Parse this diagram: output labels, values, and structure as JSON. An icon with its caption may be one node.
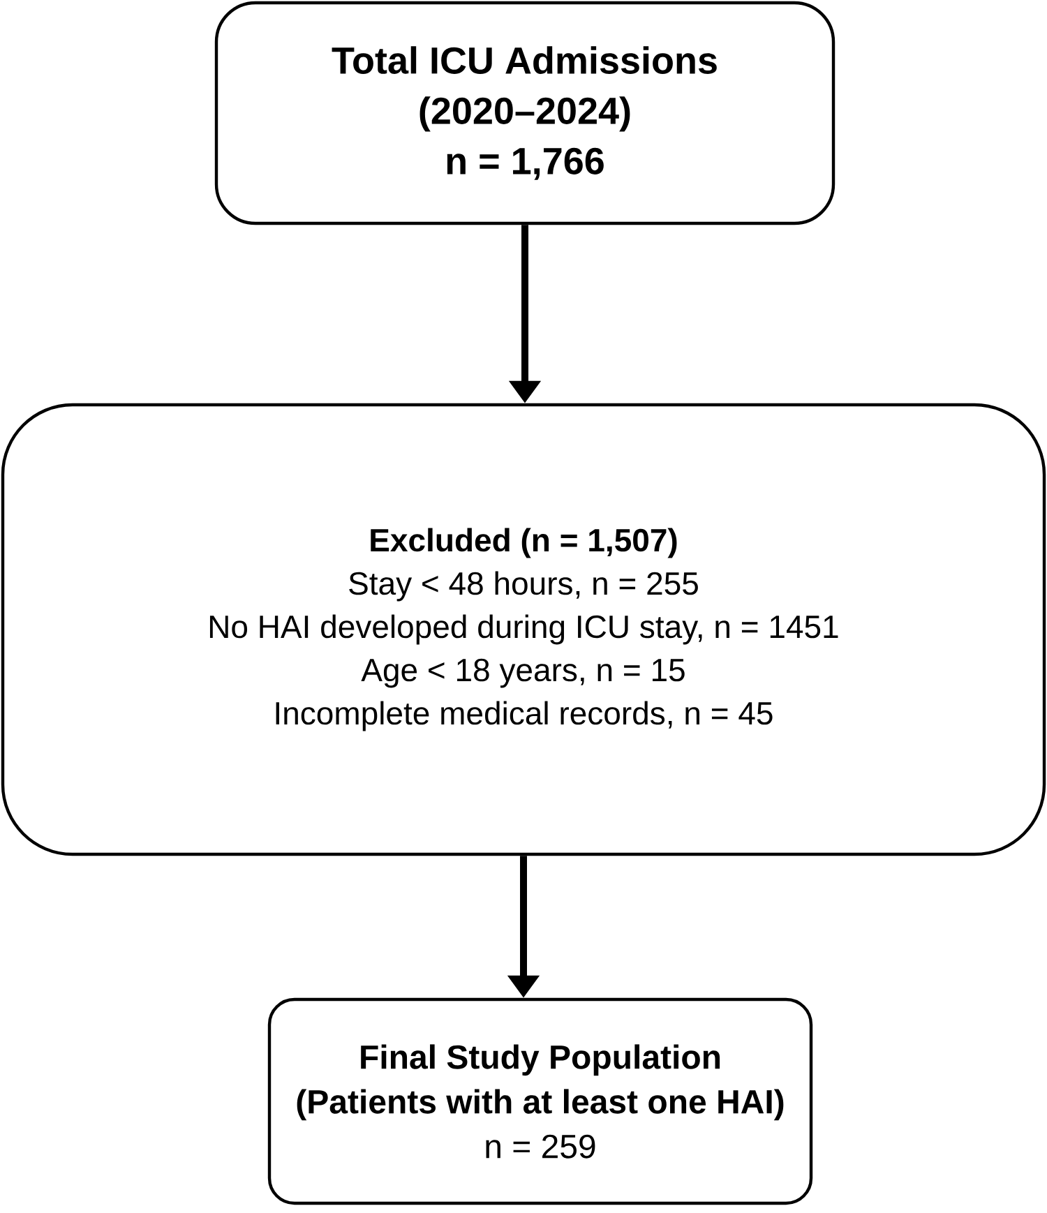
{
  "diagram": {
    "nodes": [
      {
        "text": [
          "Total ICU Admissions (2020–2024)",
          "n = 1,766"
        ]
      },
      {
        "text": [
          "Excluded (n = 1,507)",
          "Stay < 48 hours, n = 255",
          "No HAI developed during ICU stay, n = 1451",
          "Age < 18 years, n = 15",
          "Incomplete medical records, n = 45"
        ]
      },
      {
        "text": [
          "Final Study Population",
          "(Patients with at least one HAI)",
          "n = 259"
        ]
      }
    ],
    "edges": [
      {
        "from": 0,
        "to": 1,
        "arrow": "to"
      },
      {
        "from": 1,
        "to": 2,
        "arrow": "to"
      }
    ]
  }
}
